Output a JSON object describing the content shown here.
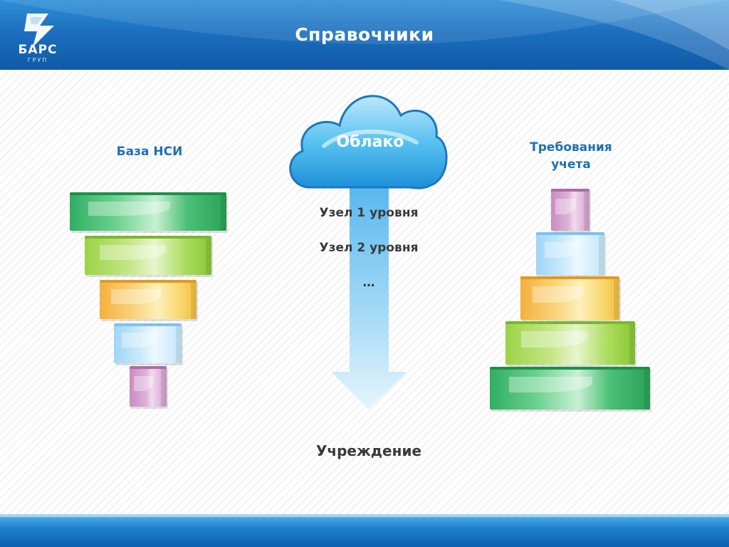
{
  "header": {
    "title": "Справочники",
    "logo_text": "БАРС",
    "logo_subtext": "ГРУП"
  },
  "left_heading": "База НСИ",
  "right_heading_line1": "Требования",
  "right_heading_line2": "учета",
  "cloud_label": "Облако",
  "levels": [
    "Узел 1 уровня",
    "Узел 2 уровня",
    "…"
  ],
  "bottom_label": "Учреждение",
  "colors": {
    "header_blue": "#1c6fbf",
    "heading_blue": "#1f6fb1",
    "cloud_blue": "#3fb6ee",
    "bar_green": "#2fae63",
    "bar_lime": "#9bd347",
    "bar_orange": "#f4b03c",
    "bar_sky": "#9fd6f6",
    "bar_purple": "#c98bc2"
  }
}
